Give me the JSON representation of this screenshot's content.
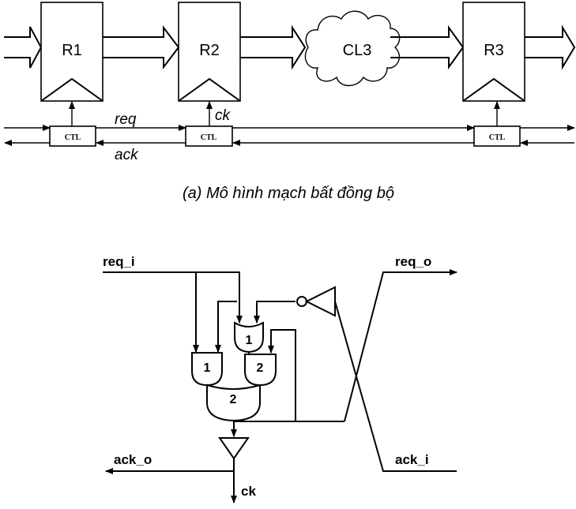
{
  "top": {
    "registers": [
      "R1",
      "R2",
      "R3"
    ],
    "cloud": "CL3",
    "ctl": "CTL",
    "req": "req",
    "ack": "ack",
    "ck": "ck",
    "caption": "(a) Mô hình mạch bất đồng bộ"
  },
  "bottom": {
    "req_i": "req_i",
    "req_o": "req_o",
    "ack_o": "ack_o",
    "ack_i": "ack_i",
    "ck": "ck",
    "or_gate": "1",
    "and1": "1",
    "and2": "2",
    "c_elem": "2"
  }
}
